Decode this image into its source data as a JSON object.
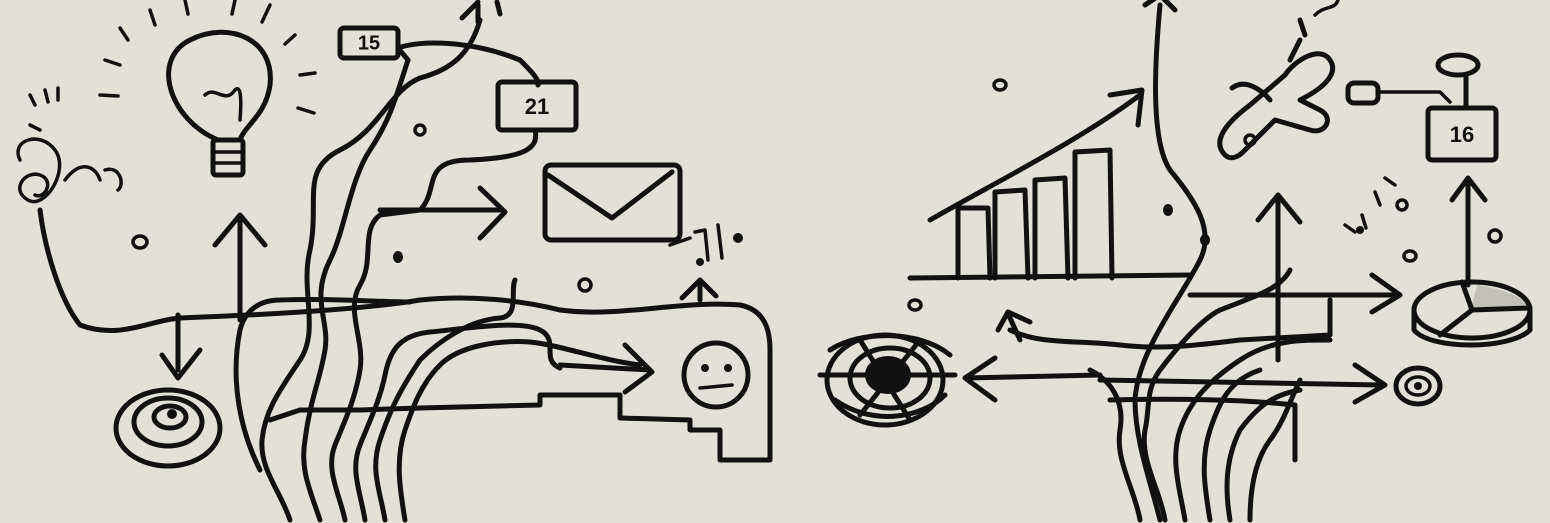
{
  "labels": {
    "box_top": "15",
    "box_middle": "21",
    "box_right": "16"
  },
  "icons": [
    "lightbulb-icon",
    "envelope-icon",
    "face-icon",
    "bar-chart-icon",
    "airplane-icon",
    "pie-chart-icon",
    "spiral-icon",
    "scribble-icon",
    "arrow-icon"
  ],
  "colors": {
    "paper": "#e6e3dd",
    "ink": "#111111"
  }
}
